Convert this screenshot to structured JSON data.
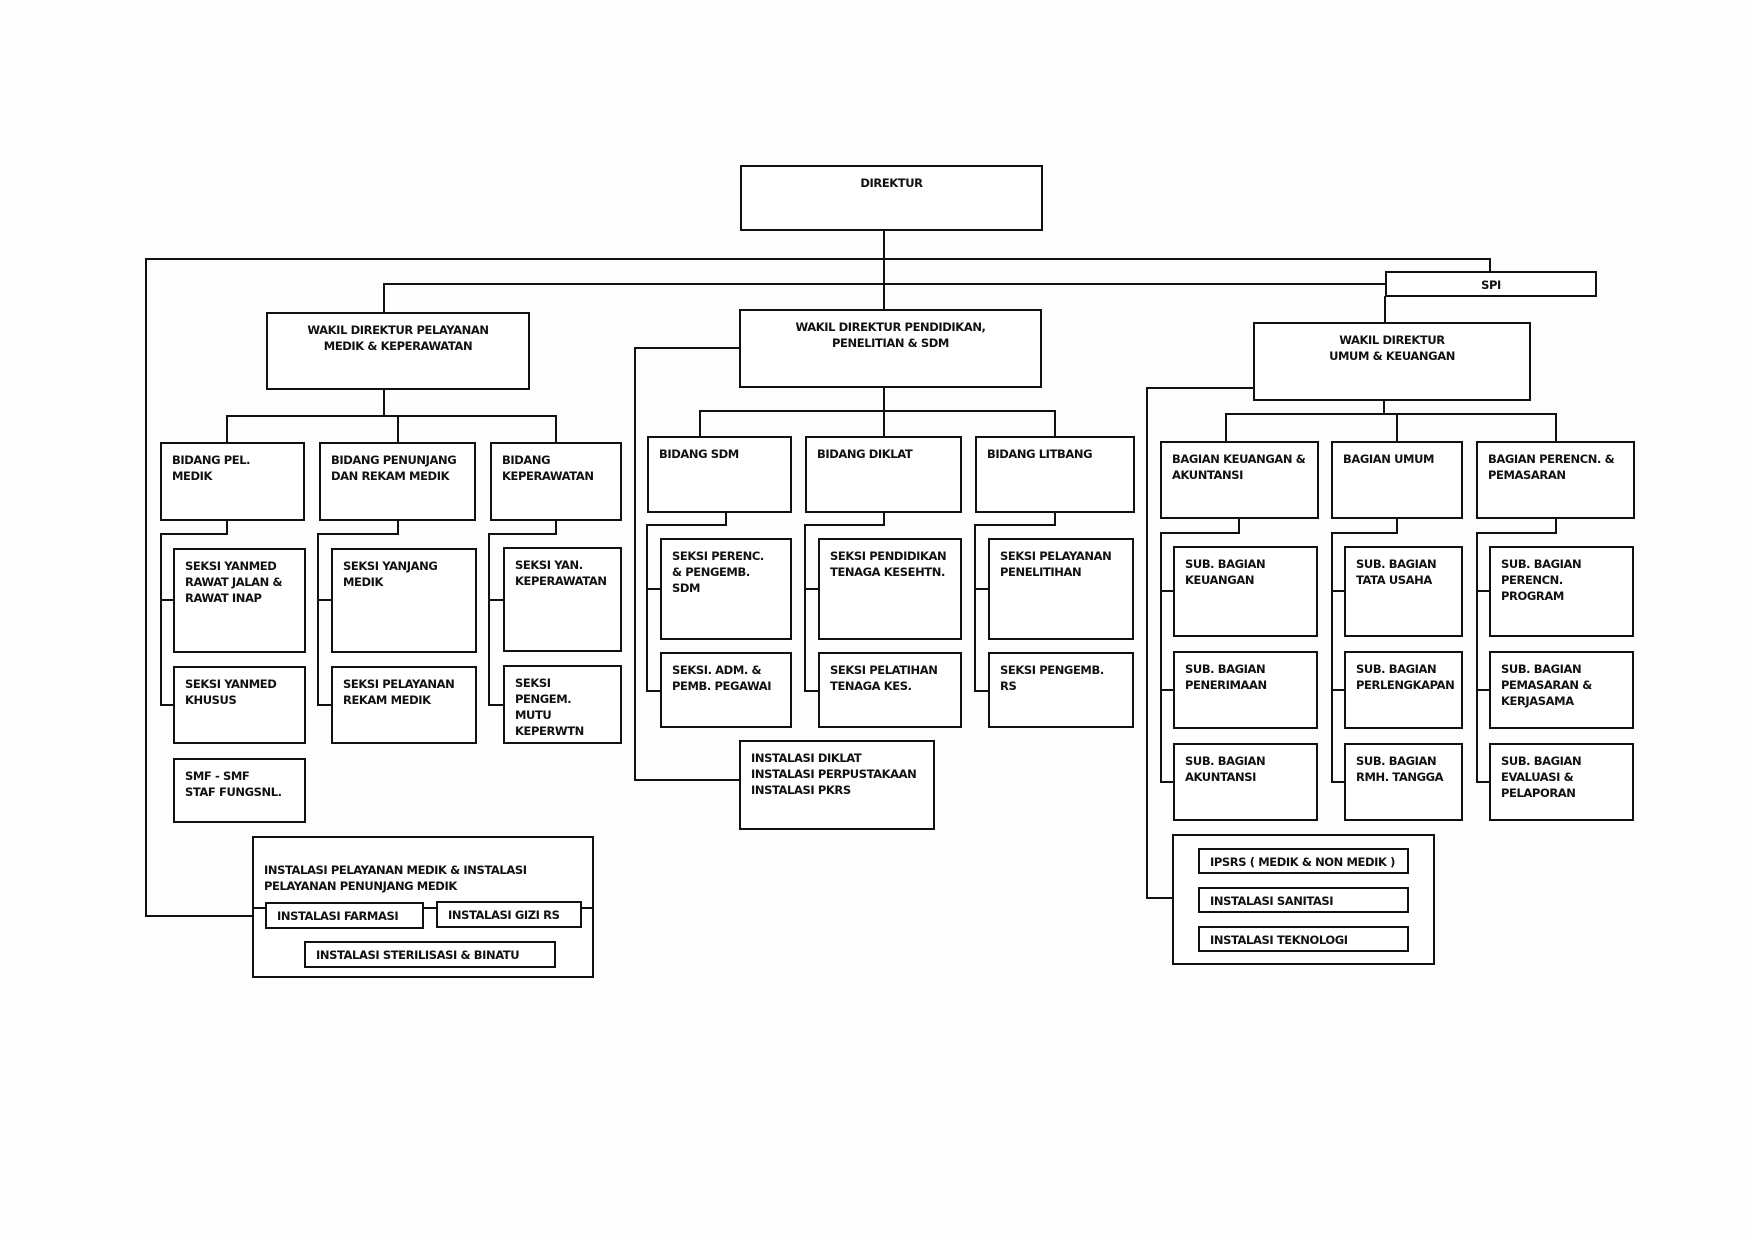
{
  "direktur": "DIREKTUR",
  "spi": "SPI",
  "wakil": [
    "WAKIL DIREKTUR PELAYANAN\nMEDIK & KEPERAWATAN",
    "WAKIL DIREKTUR PENDIDIKAN,\nPENELITIAN & SDM",
    "WAKIL DIREKTUR\nUMUM & KEUANGAN"
  ],
  "medik": {
    "bidang": [
      "BIDANG PEL. MEDIK",
      "BIDANG PENUNJANG\nDAN REKAM MEDIK",
      "BIDANG\nKEPERAWATAN"
    ],
    "seksi": [
      [
        "SEKSI YANMED\nRAWAT JALAN &\nRAWAT INAP",
        "SEKSI YANMED\nKHUSUS"
      ],
      [
        "SEKSI YANJANG\nMEDIK",
        "SEKSI PELAYANAN\nREKAM MEDIK"
      ],
      [
        "SEKSI YAN.\nKEPERAWATAN",
        "SEKSI PENGEM.\nMUTU\nKEPERWTN"
      ]
    ],
    "smf": "SMF - SMF\nSTAF FUNGSNL.",
    "instalasi_title": "INSTALASI PELAYANAN MEDIK & INSTALASI\nPELAYANAN PENUNJANG MEDIK",
    "instalasi": [
      "INSTALASI FARMASI",
      "INSTALASI GIZI RS",
      "INSTALASI STERILISASI & BINATU"
    ]
  },
  "pendidikan": {
    "bidang": [
      "BIDANG SDM",
      "BIDANG DIKLAT",
      "BIDANG LITBANG"
    ],
    "seksi": [
      [
        "SEKSI PERENC.\n& PENGEMB. SDM",
        "SEKSI. ADM. &\nPEMB. PEGAWAI"
      ],
      [
        "SEKSI PENDIDIKAN\nTENAGA KESEHTN.",
        "SEKSI PELATIHAN\nTENAGA KES."
      ],
      [
        "SEKSI PELAYANAN\nPENELITIHAN",
        "SEKSI PENGEMB.\nRS"
      ]
    ],
    "instalasi": "INSTALASI DIKLAT\nINSTALASI PERPUSTAKAAN\nINSTALASI PKRS"
  },
  "umum": {
    "bagian": [
      "BAGIAN KEUANGAN &\nAKUNTANSI",
      "BAGIAN UMUM",
      "BAGIAN PERENCN. &\nPEMASARAN"
    ],
    "sub": [
      [
        "SUB. BAGIAN\nKEUANGAN",
        "SUB. BAGIAN\nPENERIMAAN",
        "SUB. BAGIAN\nAKUNTANSI"
      ],
      [
        "SUB. BAGIAN\nTATA USAHA",
        "SUB. BAGIAN\nPERLENGKAPAN",
        "SUB. BAGIAN\nRMH. TANGGA"
      ],
      [
        "SUB. BAGIAN\nPERENCN. PROGRAM",
        "SUB. BAGIAN\nPEMASARAN &\nKERJASAMA",
        "SUB. BAGIAN\nEVALUASI &\nPELAPORAN"
      ]
    ],
    "instalasi": [
      "IPSRS ( MEDIK & NON MEDIK )",
      "INSTALASI SANITASI",
      "INSTALASI TEKNOLOGI"
    ]
  }
}
